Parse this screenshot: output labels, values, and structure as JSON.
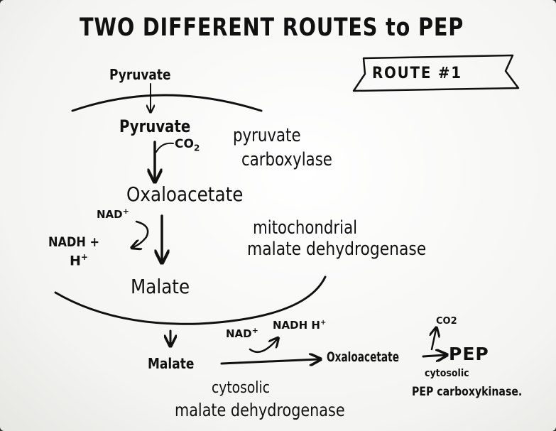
{
  "title": "TWO DIFFERENT ROUTES to PEP",
  "route_label": "ROUTE #1",
  "mitochondria": {
    "pyruvate_outside": "Pyruvate",
    "pyruvate_inside": "Pyruvate",
    "co2": "CO",
    "co2_sub": "2",
    "pc_line1": "pyruvate",
    "pc_line2": "carboxylase",
    "oxaloacetate": "Oxaloacetate",
    "nad": "NAD",
    "nad_sup": "+",
    "nadh": "NADH +",
    "h": "H",
    "h_sup": "+",
    "mdh_line1": "mitochondrial",
    "mdh_line2": "malate dehydrogenase",
    "malate": "Malate"
  },
  "cytosol": {
    "malate": "Malate",
    "nad": "NAD",
    "nad_sup": "+",
    "nadh": "NADH H",
    "nadh_sup": "+",
    "oxaloacetate": "Oxaloacetate",
    "co2": "CO2",
    "pep": "PEP",
    "pepck_line1": "cytosolic",
    "pepck_line2": "PEP carboxykinase.",
    "mdh_line1": "cytosolic",
    "mdh_line2": "malate dehydrogenase"
  }
}
